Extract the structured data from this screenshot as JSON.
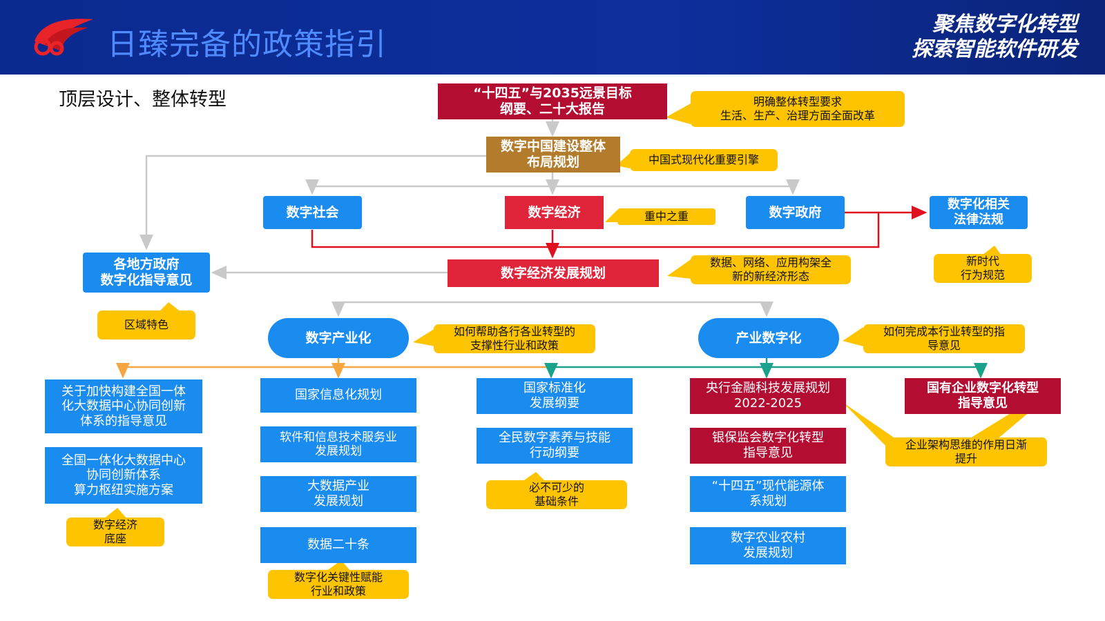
{
  "header": {
    "title": "日臻完备的政策指引",
    "slogan_line1": "聚焦数字化转型",
    "slogan_line2": "探索智能软件研发"
  },
  "section_title": "顶层设计、整体转型",
  "nodes": {
    "top_plan": "“十四五”与2035远景目标\n纲要、二十大报告",
    "digital_china": "数字中国建设整体\n布局规划",
    "digital_society": "数字社会",
    "digital_economy": "数字经济",
    "digital_government": "数字政府",
    "digital_law": "数字化相关\n法律法规",
    "local_gov": "各地方政府\n数字化指导意见",
    "economy_plan": "数字经济发展规划",
    "digital_industrialization": "数字产业化",
    "industrial_digitalization": "产业数字化"
  },
  "notes": {
    "top_plan": "明确整体转型要求\n生活、生产、治理方面全面改革",
    "digital_china": "中国式现代化重要引擎",
    "digital_economy": "重中之重",
    "digital_law": "新时代\n行为规范",
    "economy_plan": "数据、网络、应用构架全\n新的新经济形态",
    "local_gov": "区域特色",
    "digital_industrialization": "如何帮助各行各业转型的\n支撑性行业和政策",
    "industrial_digitalization": "如何完成本行业转型的指\n导意见",
    "col1": "数字经济\n底座",
    "col2": "数字化关键性赋能\n行业和政策",
    "col3": "必不可少的\n基础条件",
    "col45": "企业架构思维的作用日渐\n提升"
  },
  "columns": {
    "col1": [
      "关于加快构建全国一体\n化大数据中心协同创新\n体系的指导意见",
      "全国一体化大数据中心\n协同创新体系\n算力枢纽实施方案"
    ],
    "col2": [
      "国家信息化规划",
      "软件和信息技术服务业\n发展规划",
      "大数据产业\n发展规划",
      "数据二十条"
    ],
    "col3": [
      "国家标准化\n发展纲要",
      "全民数字素养与技能\n行动纲要"
    ],
    "col4": [
      "央行金融科技发展规划\n2022-2025",
      "银保监会数字化转型\n指导意见",
      "“十四五”现代能源体\n系规划",
      "数字农业农村\n发展规划"
    ],
    "col5": [
      "国有企业数字化转型\n指导意见"
    ]
  },
  "colors": {
    "header_bg": "#0d2f9c",
    "blue": "#1a8cf0",
    "red": "#b40d32",
    "crimson": "#e0243a",
    "brown": "#b37b2c",
    "note": "#ffc400",
    "orange_line": "#f5a640",
    "teal_line": "#1aa38a",
    "gray_line": "#c9c9c9",
    "red_line": "#e0101e"
  }
}
